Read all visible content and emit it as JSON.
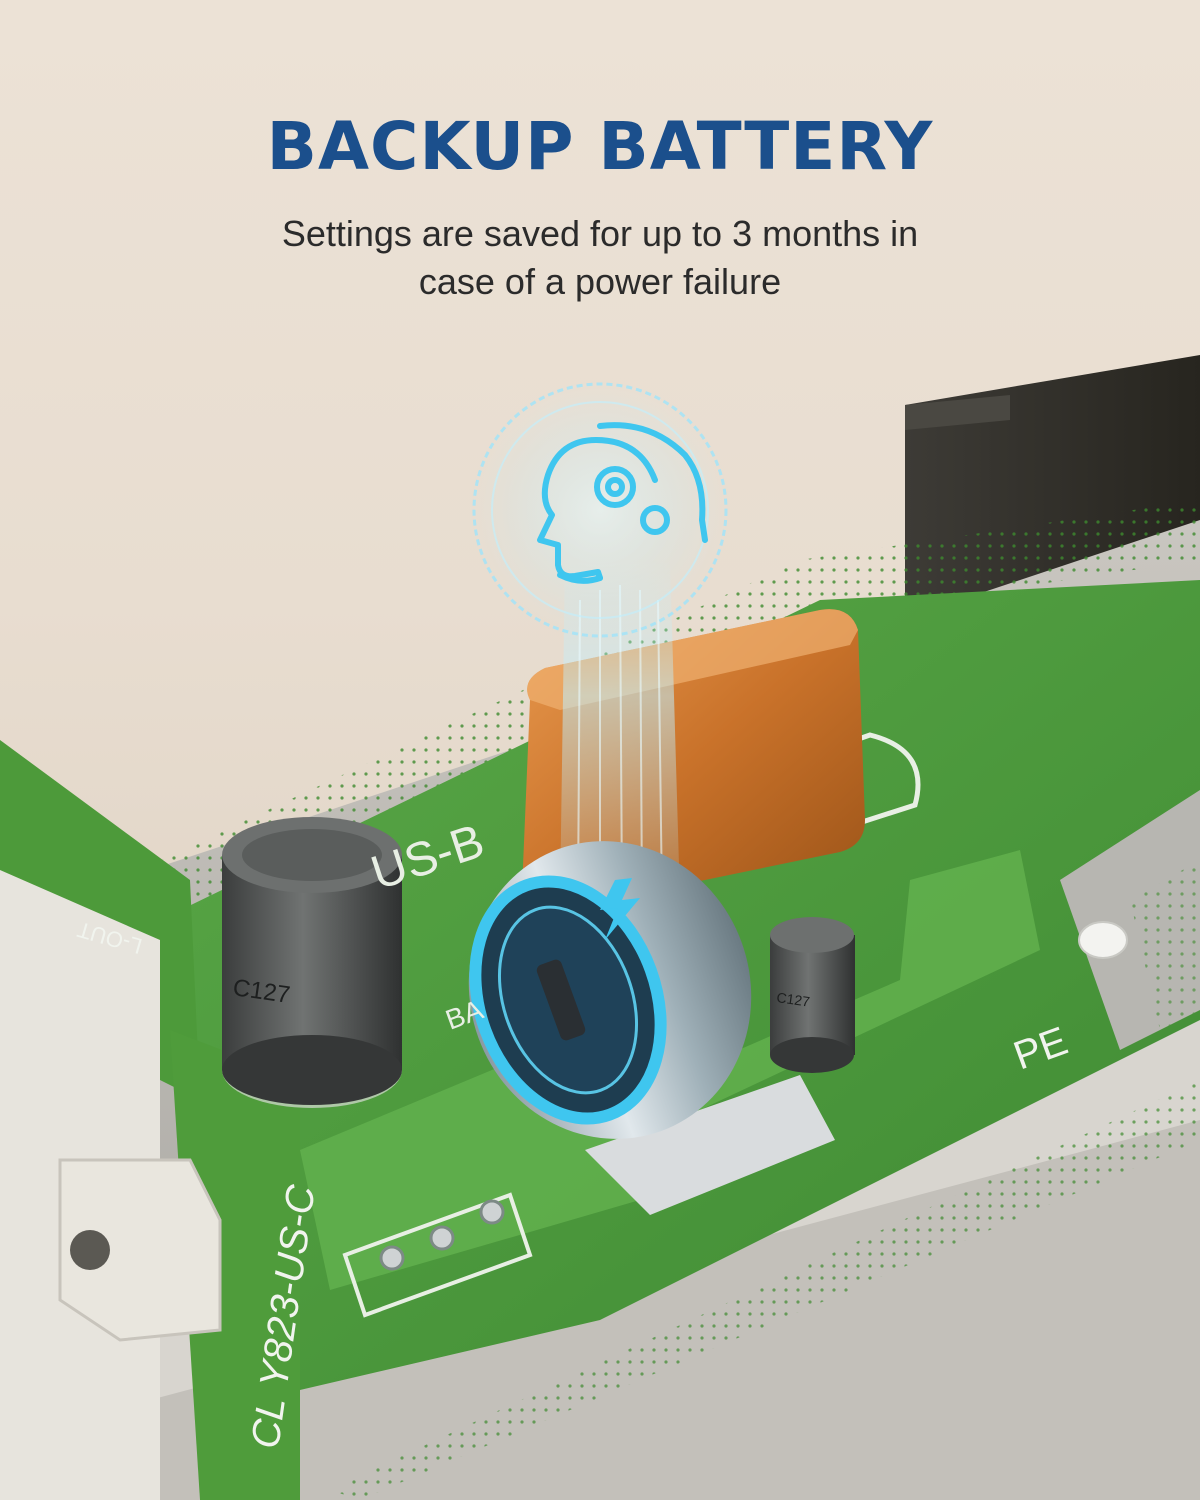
{
  "headline": "BACKUP BATTERY",
  "subtext_line1": "Settings are saved for up to 3 months in",
  "subtext_line2": "case of a power failure",
  "board": {
    "label_us_b": "US-B",
    "label_model": "CL Y823-US-C",
    "label_l_out": "L-OUT",
    "label_pe": "PE",
    "label_ba": "BA",
    "capacitor_large": "C127",
    "capacitor_small": "C127"
  },
  "colors": {
    "accent": "#1b4f8c",
    "pcb_green": "#4f9a3c",
    "glow": "#3fc6ef",
    "background": "#ece2d6"
  },
  "icons": [
    "head-gear-icon",
    "lightning-icon"
  ]
}
